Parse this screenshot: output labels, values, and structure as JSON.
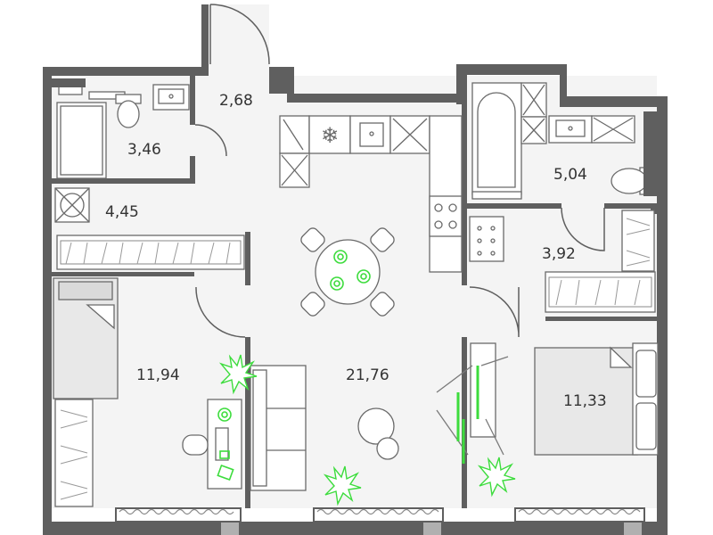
{
  "rooms": [
    {
      "id": "hall-entry",
      "area": "2,68"
    },
    {
      "id": "bathroom-1",
      "area": "3,46"
    },
    {
      "id": "hall",
      "area": "4,45"
    },
    {
      "id": "bedroom-1",
      "area": "11,94"
    },
    {
      "id": "living-kitchen",
      "area": "21,76"
    },
    {
      "id": "bathroom-2",
      "area": "5,04"
    },
    {
      "id": "hall-2",
      "area": "3,92"
    },
    {
      "id": "bedroom-2",
      "area": "11,33"
    }
  ],
  "colors": {
    "wall": "#5f5f5f",
    "floor": "#f5f5f5",
    "furniture": "#8a8a8a",
    "accent_green": "#3ddc3d",
    "text": "#333333"
  },
  "icons": [
    "snowflake-icon",
    "plant-icon",
    "table-setting-icon"
  ]
}
